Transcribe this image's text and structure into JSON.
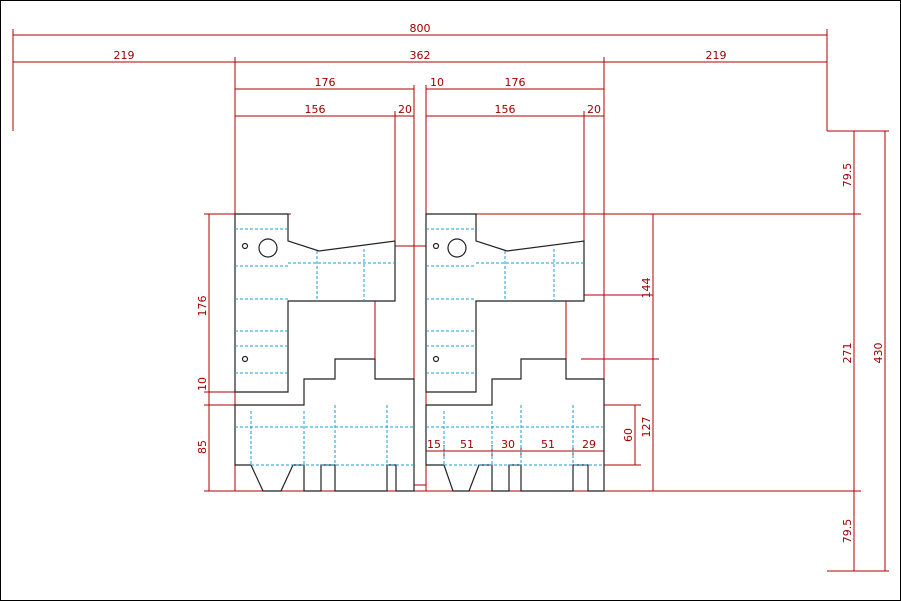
{
  "colors": {
    "dimension": "#b00000",
    "cut_line": "#222222",
    "fold_line": "#1a9fd8",
    "background": "#ffffff"
  },
  "dims": {
    "total_width": "800",
    "left_margin": "219",
    "layout_width": "362",
    "right_margin": "219",
    "blank_width_left": "176",
    "gap": "10",
    "blank_width_right": "176",
    "inner_left_156": "156",
    "inner_left_20": "20",
    "inner_right_156": "156",
    "inner_right_20": "20",
    "top_margin": "79.5",
    "layout_height": "271",
    "total_height": "430",
    "bottom_margin": "79.5",
    "upper_height": "144",
    "lower_height": "127",
    "lower_panel_60": "60",
    "left_height_176": "176",
    "left_gap_10": "10",
    "left_height_85": "85",
    "seg_15": "15",
    "seg_51a": "51",
    "seg_30": "30",
    "seg_51b": "51",
    "seg_29": "29"
  }
}
